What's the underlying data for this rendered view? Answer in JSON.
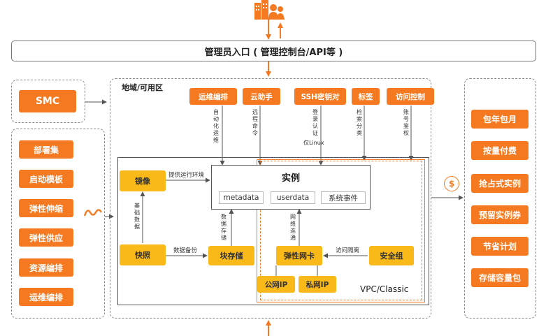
{
  "top_bar": {
    "label": "管理员入口 ( 管理控制台/API等 )"
  },
  "region": {
    "label": "地域/可用区"
  },
  "vpc": {
    "label": "VPC/Classic"
  },
  "smc": {
    "label": "SMC"
  },
  "left_tools": [
    "部署集",
    "启动模板",
    "弹性伸缩",
    "弹性供应",
    "资源编排",
    "运维编排"
  ],
  "top_services": [
    {
      "name": "运维编排",
      "desc": "自动化运维"
    },
    {
      "name": "云助手",
      "desc": "远程命令"
    },
    {
      "name": "SSH密钥对",
      "desc": "登录认证",
      "desc2": "仅Linux"
    },
    {
      "name": "标签",
      "desc": "检索分类"
    },
    {
      "name": "访问控制",
      "desc": "账号鉴权"
    }
  ],
  "instance": {
    "title": "实例",
    "parts": [
      "metadata",
      "userdata",
      "系统事件"
    ]
  },
  "components": {
    "image": "镜像",
    "snapshot": "快照",
    "block_storage": "块存储",
    "eni": "弹性网卡",
    "security_group": "安全组",
    "public_ip": "公网IP",
    "private_ip": "私网IP"
  },
  "edges": {
    "run_env": "提供运行环境",
    "base_data": "基础数据",
    "data_backup": "数据备份",
    "data_storage": "数据存储",
    "network": "网络连通",
    "access_isolation": "访问隔离"
  },
  "billing": [
    "包年包月",
    "按量付费",
    "抢占式实例",
    "预留实例券",
    "节省计划",
    "存储容量包"
  ],
  "colors": {
    "orange": "#f47920",
    "yellow": "#f9b918",
    "dashed": "#8a8a8a"
  }
}
